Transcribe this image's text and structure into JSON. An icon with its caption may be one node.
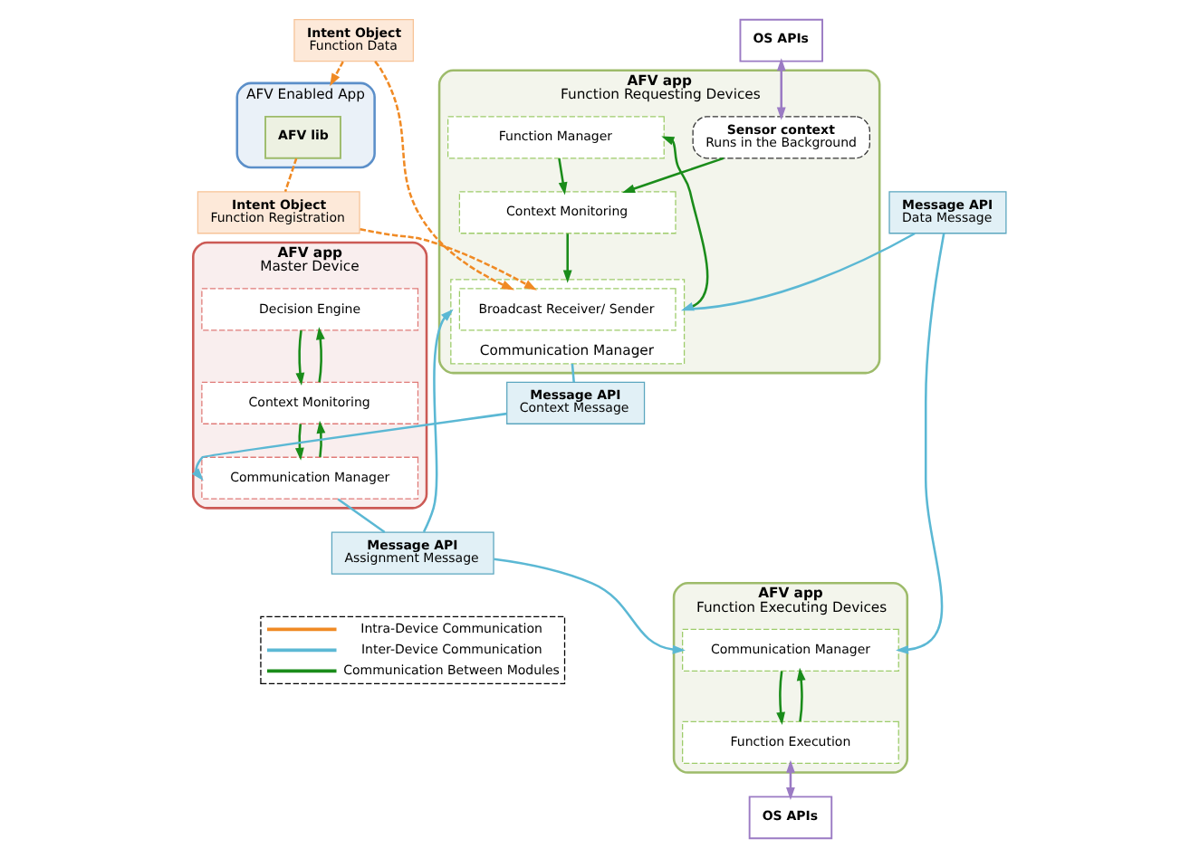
{
  "diagram": {
    "nodes": [
      {
        "text": [
          "AFV app",
          "Function Requesting Devices"
        ]
      },
      {
        "text": [
          "OS APIs"
        ]
      },
      {
        "text": [
          "Sensor context",
          "Runs in the Background"
        ],
        "in": 0
      },
      {
        "text": [
          "Function Manager"
        ],
        "in": 0
      },
      {
        "text": [
          "Context Monitoring"
        ],
        "in": 0
      },
      {
        "text": [
          "Communication Manager"
        ],
        "in": 0
      },
      {
        "text": [
          "Broadcast Receiver/ Sender"
        ],
        "in": 5
      },
      {
        "text": [
          "AFV Enabled App"
        ]
      },
      {
        "text": [
          "AFV lib"
        ],
        "in": 7
      },
      {
        "text": [
          "Intent Object",
          "Function Registration"
        ]
      },
      {
        "text": [
          "Intent Object",
          "Function Data"
        ]
      },
      {
        "text": [
          "Message API",
          "Data Message"
        ]
      },
      {
        "text": [
          "AFV app",
          "Master Device"
        ]
      },
      {
        "text": [
          "Decision Engine"
        ],
        "in": 12
      },
      {
        "text": [
          "Context Monitoring"
        ],
        "in": 12
      },
      {
        "text": [
          "Communication Manager"
        ],
        "in": 12
      },
      {
        "text": [
          "Message API",
          "Context Message"
        ]
      },
      {
        "text": [
          "AFV app",
          "Function Executing Devices"
        ]
      },
      {
        "text": [
          "Communication Manager"
        ],
        "in": 17
      },
      {
        "text": [
          "Function Execution"
        ],
        "in": 17
      },
      {
        "text": [
          "OS APIs"
        ]
      },
      {
        "text": [
          "Message API",
          "Assignment Message"
        ]
      }
    ],
    "edges": [
      {
        "from": 1,
        "to": 2,
        "arrow": "both",
        "color": "#9b7bc4"
      },
      {
        "from": 2,
        "to": 4,
        "arrow": "to"
      },
      {
        "from": 3,
        "to": 4,
        "arrow": "to"
      },
      {
        "from": 4,
        "to": 5,
        "arrow": "to"
      },
      {
        "from": 5,
        "to": 3,
        "arrow": "to"
      },
      {
        "from": 8,
        "to": 9,
        "arrow": "none",
        "style": "dashed",
        "color": "#f08a24"
      },
      {
        "from": 9,
        "to": 6,
        "arrow": "to",
        "style": "dashed",
        "color": "#f08a24"
      },
      {
        "from": 10,
        "to": 6,
        "arrow": "to",
        "style": "dashed",
        "color": "#f08a24"
      },
      {
        "from": 10,
        "to": 7,
        "arrow": "to",
        "style": "dashed",
        "color": "#f08a24"
      },
      {
        "from": 11,
        "to": 5,
        "arrow": "to",
        "color": "#5bb8d4"
      },
      {
        "from": 11,
        "to": 18,
        "arrow": "to",
        "color": "#5bb8d4"
      },
      {
        "from": 5,
        "to": 16,
        "arrow": "none",
        "color": "#5bb8d4"
      },
      {
        "from": 16,
        "to": 15,
        "arrow": "to",
        "color": "#5bb8d4"
      },
      {
        "from": 15,
        "to": 14,
        "arrow": "to"
      },
      {
        "from": 14,
        "to": 13,
        "arrow": "to"
      },
      {
        "from": 13,
        "to": 14,
        "arrow": "to"
      },
      {
        "from": 14,
        "to": 15,
        "arrow": "to"
      },
      {
        "from": 18,
        "to": 19,
        "arrow": "to"
      },
      {
        "from": 19,
        "to": 18,
        "arrow": "to"
      },
      {
        "from": 19,
        "to": 20,
        "arrow": "both",
        "color": "#9b7bc4"
      },
      {
        "from": 15,
        "to": 21,
        "arrow": "none",
        "color": "#5bb8d4"
      },
      {
        "from": 21,
        "to": 5,
        "arrow": "to",
        "color": "#5bb8d4"
      },
      {
        "from": 21,
        "to": 18,
        "arrow": "to",
        "color": "#5bb8d4"
      }
    ],
    "legend": [
      {
        "text": "Intra-Device Communication"
      },
      {
        "text": "Inter-Device Communication"
      },
      {
        "text": "Communication Between Modules"
      }
    ]
  }
}
